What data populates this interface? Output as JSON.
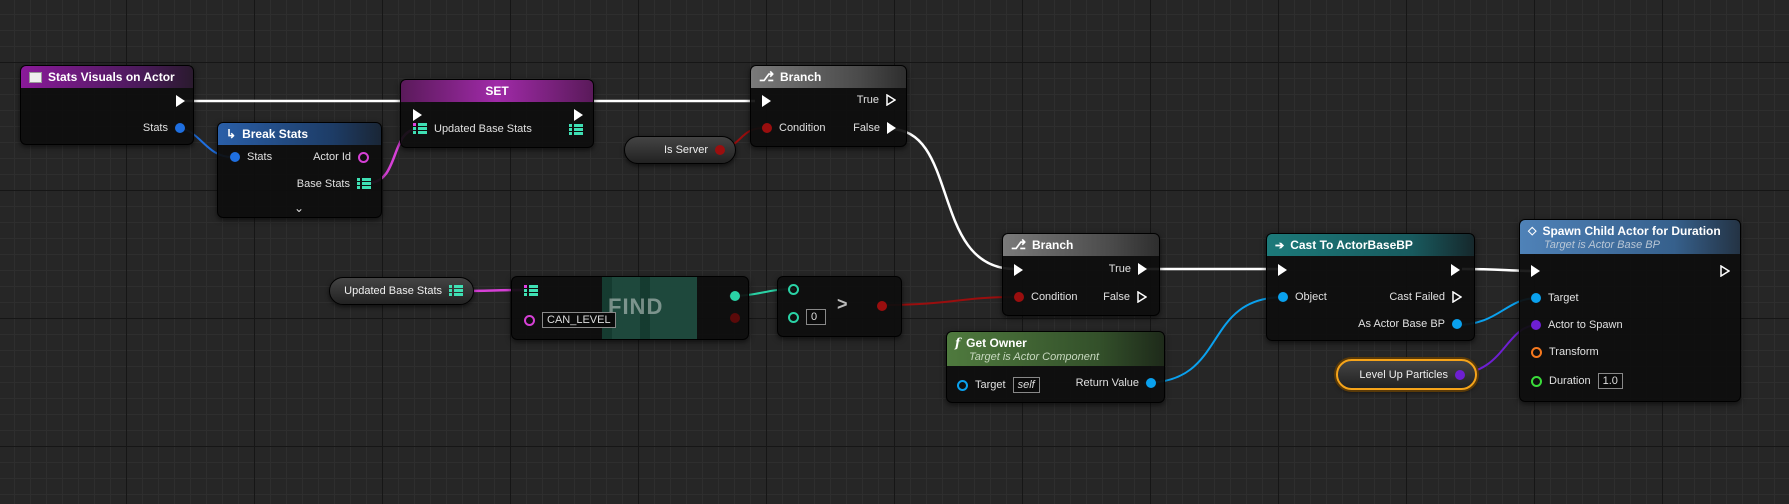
{
  "nodes": {
    "event": {
      "title": "Stats Visuals on Actor",
      "pin_stats": "Stats"
    },
    "break_stats": {
      "title": "Break Stats",
      "pin_stats": "Stats",
      "pin_actor_id": "Actor Id",
      "pin_base_stats": "Base Stats"
    },
    "set": {
      "title": "SET",
      "pin_updated": "Updated Base Stats"
    },
    "branch1": {
      "title": "Branch",
      "pin_condition": "Condition",
      "pin_true": "True",
      "pin_false": "False"
    },
    "is_server": {
      "label": "Is Server"
    },
    "branch2": {
      "title": "Branch",
      "pin_condition": "Condition",
      "pin_true": "True",
      "pin_false": "False"
    },
    "updated_base_stats_var": {
      "label": "Updated Base Stats"
    },
    "find": {
      "title": "FIND",
      "key_value": "CAN_LEVEL"
    },
    "greater": {
      "symbol": ">",
      "value": "0"
    },
    "get_owner": {
      "title": "Get Owner",
      "subtitle": "Target is Actor Component",
      "pin_target": "Target",
      "target_value": "self",
      "pin_return": "Return Value"
    },
    "cast": {
      "title": "Cast To ActorBaseBP",
      "pin_object": "Object",
      "pin_cast_failed": "Cast Failed",
      "pin_as": "As Actor Base BP"
    },
    "level_up_particles": {
      "label": "Level Up Particles"
    },
    "spawn": {
      "title": "Spawn Child Actor for Duration",
      "subtitle": "Target is Actor Base BP",
      "pin_target": "Target",
      "pin_actor": "Actor to Spawn",
      "pin_transform": "Transform",
      "pin_duration": "Duration",
      "duration_value": "1.0"
    }
  },
  "colors": {
    "struct": "#1f6fe0",
    "bool": "#9a0e0e",
    "int": "#2ad3a6",
    "object": "#0aa1ee",
    "class": "#6e1fd2",
    "transform": "#f5781e",
    "float": "#3adc3a",
    "exec": "#ffffff",
    "name": "#d640d6"
  }
}
